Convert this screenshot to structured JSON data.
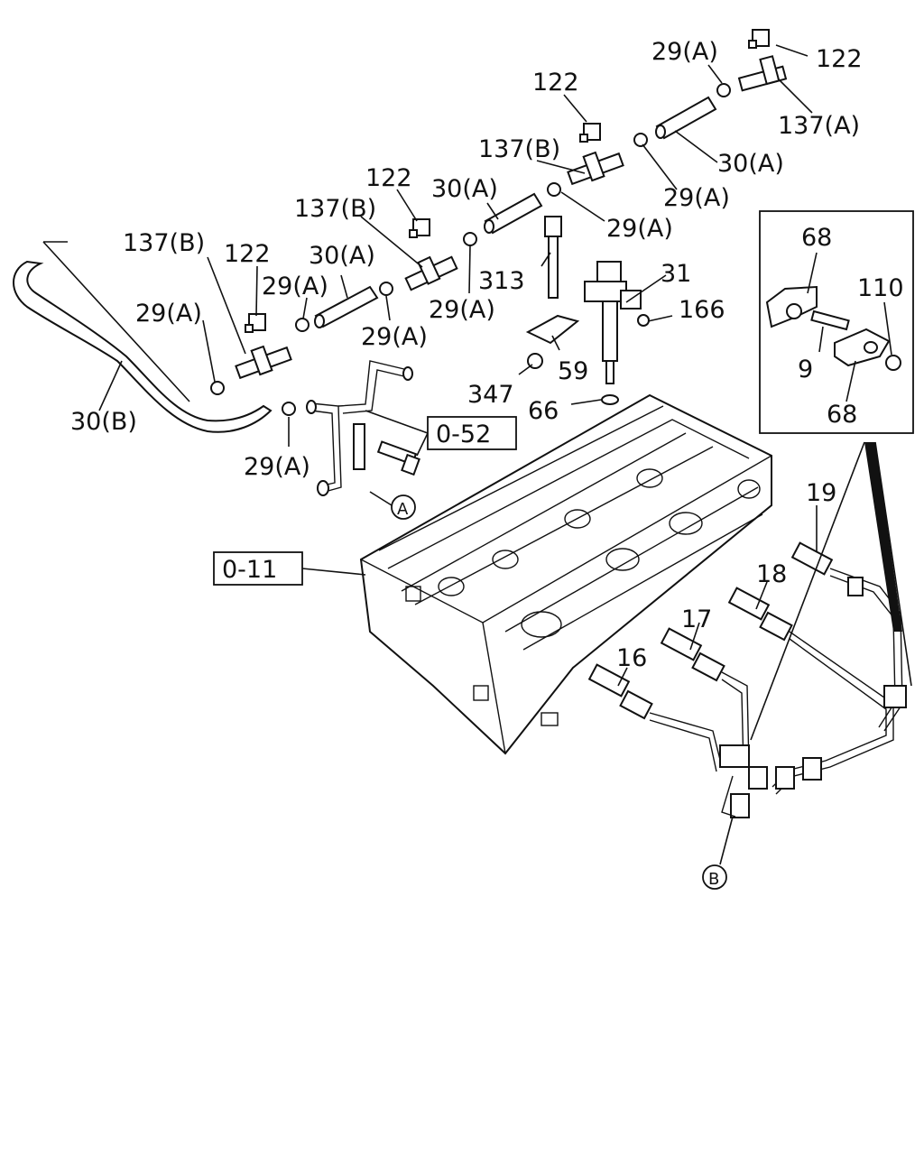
{
  "callouts": {
    "c1": "29(A)",
    "c2": "122",
    "c3": "122",
    "c4": "137(A)",
    "c5": "137(B)",
    "c6": "30(A)",
    "c7": "29(A)",
    "c8": "122",
    "c9": "30(A)",
    "c10": "137(B)",
    "c11": "29(A)",
    "c12": "137(B)",
    "c13": "122",
    "c14": "30(A)",
    "c15": "29(A)",
    "c16": "29(A)",
    "c17": "313",
    "c18": "31",
    "c19": "166",
    "c20": "29(A)",
    "c21": "59",
    "c22": "347",
    "c23": "66",
    "c24": "30(B)",
    "c25": "0-52",
    "c26": "29(A)",
    "c27": "A",
    "c28": "0-11",
    "c29": "19",
    "c30": "18",
    "c31": "17",
    "c32": "16",
    "c33": "B",
    "c34": "68",
    "c35": "110",
    "c36": "9",
    "c37": "68"
  }
}
